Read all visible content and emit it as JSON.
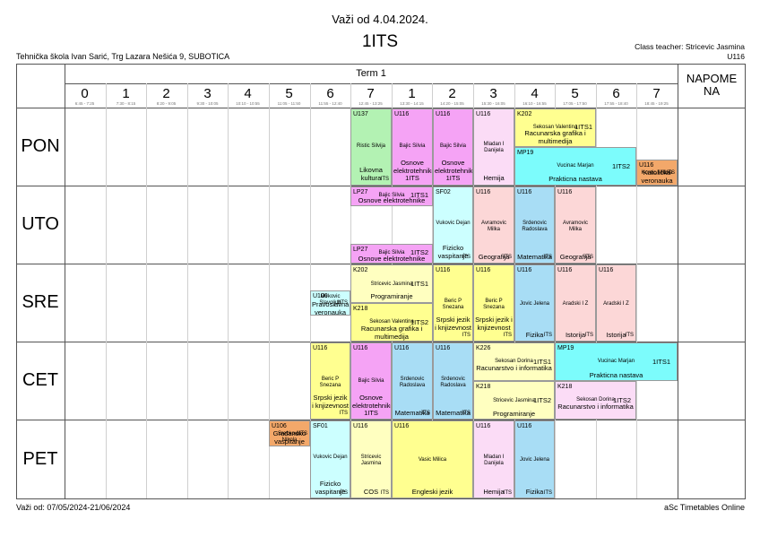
{
  "header": {
    "valid_from": "Važi od 4.04.2024.",
    "class_name": "1ITS",
    "school": "Tehnička škola Ivan Sarić, Trg Lazara Nešića 9, SUBOTICA",
    "teacher_line": "Class teacher: Stricevic Jasmina",
    "room_line": "U116"
  },
  "grid": {
    "term": "Term 1",
    "napomene_1": "NAPOME",
    "napomene_2": "NA",
    "periods": [
      {
        "n": "0",
        "t": "6:45 - 7:25"
      },
      {
        "n": "1",
        "t": "7:30 - 8:15"
      },
      {
        "n": "2",
        "t": "8:20 - 9:05"
      },
      {
        "n": "3",
        "t": "9:30 - 10:05"
      },
      {
        "n": "4",
        "t": "10:10 - 10:55"
      },
      {
        "n": "5",
        "t": "11:05 - 11:50"
      },
      {
        "n": "6",
        "t": "11:55 - 12:40"
      },
      {
        "n": "7",
        "t": "12:45 - 13:25"
      },
      {
        "n": "1",
        "t": "13:30 - 14:15"
      },
      {
        "n": "2",
        "t": "14:20 - 15:05"
      },
      {
        "n": "3",
        "t": "15:30 - 16:05"
      },
      {
        "n": "4",
        "t": "16:10 - 16:55"
      },
      {
        "n": "5",
        "t": "17:05 - 17:50"
      },
      {
        "n": "6",
        "t": "17:55 - 18:40"
      },
      {
        "n": "7",
        "t": "18:45 - 19:25"
      }
    ],
    "days": [
      "PON",
      "UTO",
      "SRE",
      "CET",
      "PET"
    ]
  },
  "colors": {
    "green": "#b3f2b3",
    "pink": "#f5a3f5",
    "light_pink": "#fbdcf6",
    "yellow": "#ffff90",
    "light_yellow": "#ffffc0",
    "cyan": "#7cfcfc",
    "light_cyan": "#ccffff",
    "blue": "#a8ddf5",
    "light_red": "#fcd7d7",
    "orange": "#f3a86a"
  },
  "lessons": {
    "pon": {
      "c1": {
        "room": "U137",
        "teacher": "Ristic Silvija",
        "subject": "Likovna kultura",
        "group": "ITS"
      },
      "c2": {
        "room": "U116",
        "teacher": "Bajic Silvia",
        "subject": "Osnove elektrotehnike 1ITS"
      },
      "c3": {
        "room": "U116",
        "teacher": "Bajic Silvia",
        "subject": "Osnove elektrotehnike 1ITS"
      },
      "c4": {
        "room": "U116",
        "teacher": "Mladan I Danijela",
        "subject": "Hemija",
        "group": "ITS"
      },
      "c5": {
        "room": "K202",
        "teacher": "Sekosan Valentina",
        "cls": "1ITS1",
        "subject": "Racunarska grafika i multimedija"
      },
      "c6": {
        "room": "MP19",
        "teacher": "Vucinac Marjan",
        "cls": "1ITS2",
        "subject": "Prakticna nastava"
      },
      "c7": {
        "room": "U116",
        "teacher": "Kuntic Nikola",
        "cls": "1ITS",
        "subject": "Katolička veronauka"
      }
    },
    "uto": {
      "c1": {
        "room": "LP27",
        "teacher": "Bajic Silvia",
        "cls": "1ITS1",
        "subject": "Osnove elektrotehnike"
      },
      "c2": {
        "room": "LP27",
        "teacher": "Bajic Silvia",
        "cls": "1ITS2",
        "subject": "Osnove elektrotehnike"
      },
      "c3": {
        "room": "SF02",
        "teacher": "Vukovic Dejan",
        "subject": "Fizicko vaspitanje",
        "group": "ITS"
      },
      "c4": {
        "room": "U116",
        "teacher": "Avramovic Milka",
        "subject": "Geografija",
        "group": "ITS"
      },
      "c5": {
        "room": "U116",
        "teacher": "Srdenovic Radoslava",
        "subject": "Matematika",
        "group": "ITS"
      },
      "c6": {
        "room": "U116",
        "teacher": "Avramovic Milka",
        "subject": "Geografija",
        "group": "ITS"
      }
    },
    "sre": {
      "c0": {
        "room": "U106",
        "teacher": "Mirkovic Slavoljub",
        "cls": "1ITS",
        "subject": "Pravoslavna veronauka"
      },
      "c1": {
        "room": "K202",
        "teacher": "Stricevic Jasmina",
        "cls": "1ITS1",
        "subject": "Programiranje"
      },
      "c2": {
        "room": "K218",
        "teacher": "Sekosan Valentina",
        "cls": "1ITS2",
        "subject": "Racunarska grafika i multimedija"
      },
      "c3": {
        "room": "U116",
        "teacher": "Beric P Snezana",
        "subject": "Srpski jezik i knjizevnost",
        "group": "ITS"
      },
      "c4": {
        "room": "U116",
        "teacher": "Beric P Snezana",
        "subject": "Srpski jezik i knjizevnost",
        "group": "ITS"
      },
      "c5": {
        "room": "U116",
        "teacher": "Jovic Jelena",
        "subject": "Fizika",
        "group": "ITS"
      },
      "c6": {
        "room": "U116",
        "teacher": "Aradski I Z",
        "subject": "Istorija",
        "group": "ITS"
      },
      "c7": {
        "room": "U116",
        "teacher": "Aradski I Z",
        "subject": "Istorija",
        "group": "ITS"
      }
    },
    "cet": {
      "c1": {
        "room": "U116",
        "teacher": "Beric P Snezana",
        "subject": "Srpski jezik i knjizevnost",
        "group": "ITS"
      },
      "c2": {
        "room": "U116",
        "teacher": "Bajic Silvia",
        "subject": "Osnove elektrotehnike 1ITS"
      },
      "c3": {
        "room": "U116",
        "teacher": "Srdenovic Radoslava",
        "subject": "Matematika",
        "group": "ITS"
      },
      "c4": {
        "room": "U116",
        "teacher": "Srdenovic Radoslava",
        "subject": "Matematika",
        "group": "ITS"
      },
      "c5": {
        "room": "K226",
        "teacher": "Sekosan Dorina",
        "cls": "1ITS1",
        "subject": "Racunarstvo i informatika"
      },
      "c6": {
        "room": "K218",
        "teacher": "Stricevic Jasmina",
        "cls": "1ITS2",
        "subject": "Programiranje"
      },
      "c7": {
        "room": "MP19",
        "teacher": "Vucinac Marjan",
        "cls": "1ITS1",
        "subject": "Prakticna nastava"
      },
      "c8": {
        "room": "K218",
        "teacher": "Sekosan Dorina",
        "cls": "1ITS2",
        "subject": "Racunarstvo i informatika"
      }
    },
    "pet": {
      "c0": {
        "room": "U106",
        "teacher": "Sreckovic Nikola",
        "cls": "1ITS",
        "subject": "Građansko vaspitanje"
      },
      "c1": {
        "room": "SF01",
        "teacher": "Vukovic Dejan",
        "subject": "Fizicko vaspitanje",
        "group": "ITS"
      },
      "c2": {
        "room": "U116",
        "teacher": "Stricevic Jasmina",
        "subject": "COS",
        "group": "ITS"
      },
      "c3": {
        "room": "U116",
        "teacher": "Vasic Milica",
        "subject": "Engleski jezik"
      },
      "c4": {
        "room": "U116",
        "teacher": "Mladan I Danijela",
        "subject": "Hemija",
        "group": "ITS"
      },
      "c5": {
        "room": "U116",
        "teacher": "Jovic Jelena",
        "subject": "Fizika",
        "group": "ITS"
      }
    }
  },
  "footer": {
    "valid_range": "Važi od: 07/05/2024-21/06/2024",
    "brand": "aSc Timetables Online"
  }
}
